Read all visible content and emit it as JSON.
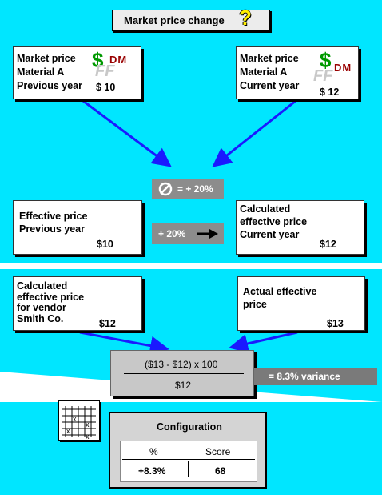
{
  "title": "Market price change",
  "title_mark": "?",
  "prev_card": {
    "line1": "Market price",
    "line2": "Material A",
    "line3": "Previous year",
    "price": "$ 10"
  },
  "curr_card": {
    "line1": "Market price",
    "line2": "Material A",
    "line3": "Current year",
    "price": "$ 12"
  },
  "currency": {
    "dollar": "$",
    "dm": "DM",
    "ff": "FF"
  },
  "avg_change": "= + 20%",
  "change_arrow_label": "+ 20%",
  "eff_prev": {
    "text": "Effective price\nPrevious year",
    "value": "$10"
  },
  "calc_curr": {
    "text": "Calculated\neffective price\nCurrent year",
    "value": "$12"
  },
  "vendor_card": {
    "text": "Calculated\neffective price\nfor vendor\nSmith Co.",
    "value": "$12"
  },
  "actual_card": {
    "text": "Actual effective\nprice",
    "value": "$13"
  },
  "formula": {
    "numerator": "($13 - $12) x 100",
    "denominator": "$12"
  },
  "variance": "= 8.3%  variance",
  "config": {
    "title": "Configuration",
    "headers": [
      "%",
      "Score"
    ],
    "row": [
      "+8.3%",
      "68"
    ]
  },
  "colors": {
    "background": "#00e6ff",
    "arrow": "#1a1aff",
    "box_gray": "#8c8c8c",
    "dm_red": "#990000",
    "dollar_green": "#009900"
  }
}
